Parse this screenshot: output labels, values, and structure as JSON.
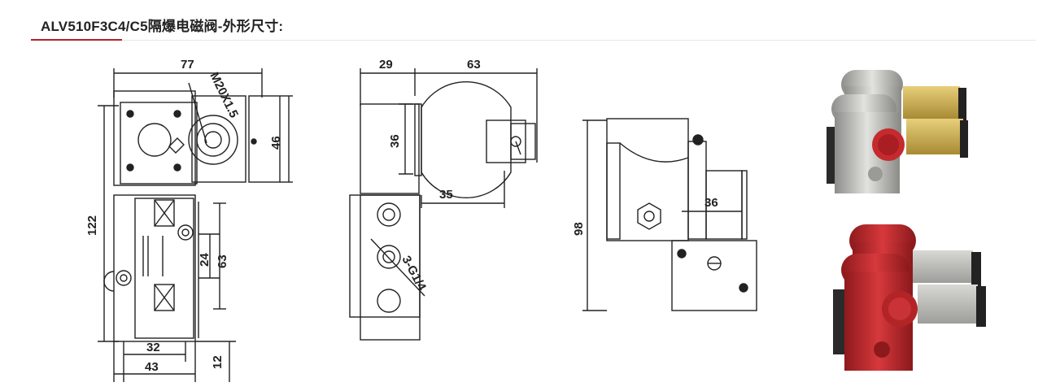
{
  "title": "ALV510F3C4/C5隔爆电磁阀-外形尺寸:",
  "colors": {
    "accent": "#b1202a",
    "brass": "#c9a84a",
    "steel": "#b9b9b6",
    "red": "#c42a2e",
    "line": "#222222"
  },
  "front_view": {
    "dim_top": "77",
    "dim_thread": "M20X1.5",
    "dim_right": "46",
    "dim_height": "122",
    "dim_24": "24",
    "dim_63": "63",
    "dim_32": "32",
    "dim_43": "43",
    "dim_12": "12"
  },
  "side_view": {
    "dim_29": "29",
    "dim_63": "63",
    "dim_36": "36",
    "dim_35": "35",
    "dim_port": "3-G1/4"
  },
  "third_view": {
    "dim_98": "98",
    "dim_36": "36"
  },
  "photos": {
    "top": "steel-valve-icon",
    "bottom": "red-valve-icon"
  }
}
